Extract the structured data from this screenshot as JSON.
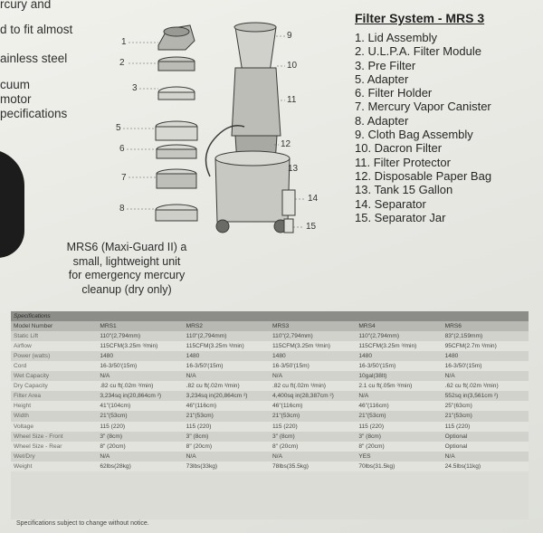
{
  "left_text": [
    "rcury and",
    "d to fit almost",
    "ainless steel",
    "cuum",
    "motor",
    "pecifications"
  ],
  "maxi_guard": [
    "MRS6 (Maxi-Guard II) a",
    "small, lightweight unit",
    "for emergency mercury",
    "cleanup (dry only)"
  ],
  "diagram": {
    "callouts_left": [
      "1",
      "2",
      "3",
      "5",
      "6",
      "7",
      "8"
    ],
    "callouts_right": [
      "9",
      "10",
      "11",
      "12",
      "13",
      "14",
      "15"
    ]
  },
  "filter_system": {
    "title": "Filter System - MRS 3",
    "parts": [
      "1. Lid Assembly",
      "2. U.L.P.A. Filter Module",
      "3. Pre Filter",
      "5. Adapter",
      "6. Filter Holder",
      "7. Mercury Vapor Canister",
      "8. Adapter",
      "9. Cloth Bag Assembly",
      "10. Dacron Filter",
      "11. Filter Protector",
      "12. Disposable Paper Bag",
      "13. Tank 15 Gallon",
      "14. Separator",
      "15. Separator Jar"
    ]
  },
  "specs": {
    "heading": "Specifications",
    "columns": [
      "Model Number",
      "MRS1",
      "MRS2",
      "MRS3",
      "MRS4",
      "MRS6"
    ],
    "rows": [
      [
        "Static Lift",
        "110\"(2,794mm)",
        "110\"(2,794mm)",
        "110\"(2,794mm)",
        "110\"(2,794mm)",
        "83\"(2,159mm)"
      ],
      [
        "Airflow",
        "115CFM(3.25m ³/min)",
        "115CFM(3.25m ³/min)",
        "115CFM(3.25m ³/min)",
        "115CFM(3.25m ³/min)",
        "95CFM(2.7m ³/min)"
      ],
      [
        "Power (watts)",
        "1480",
        "1480",
        "1480",
        "1480",
        "1480"
      ],
      [
        "Cord",
        "16-3/50'(15m)",
        "16-3/50'(15m)",
        "16-3/50'(15m)",
        "16-3/50'(15m)",
        "16-3/50'(15m)"
      ],
      [
        "Wet Capacity",
        "N/A",
        "N/A",
        "N/A",
        "10gal(38lt)",
        "N/A"
      ],
      [
        "Dry Capacity",
        ".82 cu ft(.02m ³/min)",
        ".82 cu ft(.02m ³/min)",
        ".82 cu ft(.02m ³/min)",
        "2.1 cu ft(.05m ³/min)",
        ".62 cu ft(.02m ³/min)"
      ],
      [
        "Filter Area",
        "3,234sq in(20,864cm ²)",
        "3,234sq in(20,864cm ²)",
        "4,400sq in(28,387cm ²)",
        "N/A",
        "552sq in(3,561cm ²)"
      ],
      [
        "Height",
        "41\"(104cm)",
        "46\"(116cm)",
        "46\"(116cm)",
        "46\"(116cm)",
        "25\"(63cm)"
      ],
      [
        "Width",
        "21\"(53cm)",
        "21\"(53cm)",
        "21\"(53cm)",
        "21\"(53cm)",
        "21\"(53cm)"
      ],
      [
        "Voltage",
        "115 (220)",
        "115 (220)",
        "115 (220)",
        "115 (220)",
        "115 (220)"
      ],
      [
        "Wheel Size - Front",
        "3\" (8cm)",
        "3\" (8cm)",
        "3\" (8cm)",
        "3\" (8cm)",
        "Optional"
      ],
      [
        "Wheel Size - Rear",
        "8\" (20cm)",
        "8\" (20cm)",
        "8\" (20cm)",
        "8\" (20cm)",
        "Optional"
      ],
      [
        "Wet/Dry",
        "N/A",
        "N/A",
        "N/A",
        "YES",
        "N/A"
      ],
      [
        "Weight",
        "62lbs(28kg)",
        "73lbs(33kg)",
        "78lbs(35.5kg)",
        "70lbs(31.5kg)",
        "24.5lbs(11kg)"
      ]
    ],
    "note": "Specifications subject to change without notice."
  }
}
